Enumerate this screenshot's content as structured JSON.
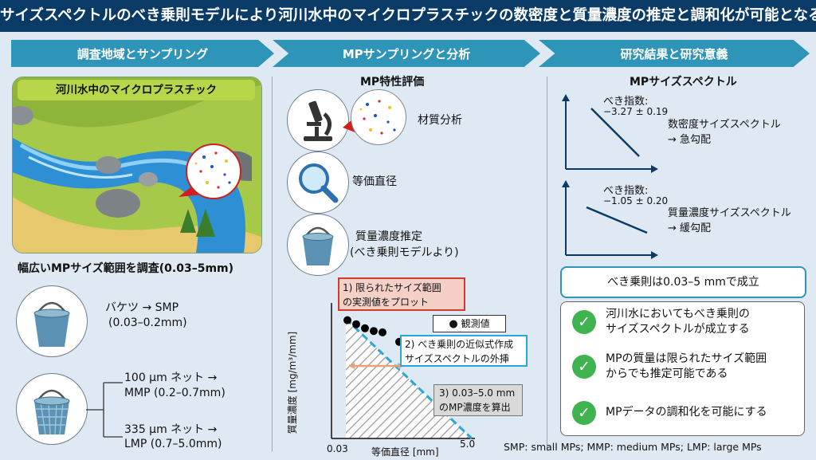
{
  "title": "サイズスペクトルのべき乗則モデルにより河川水中のマイクロプラスチックの数密度と質量濃度の推定と調和化が可能となる",
  "sections": {
    "s1": "調査地域とサンプリング",
    "s2": "MPサンプリングと分析",
    "s3": "研究結果と研究意義"
  },
  "left": {
    "map_banner": "河川水中のマイクロプラスチック",
    "survey_range": "幅広いMPサイズ範囲を調査(0.03–5mm)",
    "bucket_line1": "バケツ → SMP",
    "bucket_line2": "(0.03–0.2mm)",
    "net1_line1": "100 µm ネット →",
    "net1_line2": "MMP (0.2–0.7mm)",
    "net2_line1": "335 µm ネット →",
    "net2_line2": "LMP (0.7–5.0mm)"
  },
  "middle": {
    "heading": "MP特性評価",
    "material": "材質分析",
    "diameter": "等価直径",
    "mass_line1": "質量濃度推定",
    "mass_line2": "(べき乗則モデルより)",
    "callout1_line1": "1) 限られたサイズ範囲",
    "callout1_line2": "の実測値をプロット",
    "legend": "観測値",
    "callout2_line1": "2) べき乗則の近似式作成",
    "callout2_line2": "サイズスペクトルの外挿",
    "callout3_line1": "3) 0.03–5.0 mm",
    "callout3_line2": "のMP濃度を算出",
    "ylabel": "質量濃度 [mg/m³/mm]",
    "xlabel": "等価直径 [mm]",
    "xtick_min": "0.03",
    "xtick_max": "5.0"
  },
  "right": {
    "heading": "MPサイズスペクトル",
    "exp1_label": "べき指数:",
    "exp1_value": "−3.27 ± 0.19",
    "spec1_line1": "数密度サイズスペクトル",
    "spec1_line2": "→ 急勾配",
    "exp2_label": "べき指数:",
    "exp2_value": "−1.05 ± 0.20",
    "spec2_line1": "質量濃度サイズスペクトル",
    "spec2_line2": "→ 緩勾配",
    "power_law": "べき乗則は0.03–5 mmで成立",
    "c1_line1": "河川水においてもべき乗則の",
    "c1_line2": "サイズスペクトルが成立する",
    "c2_line1": "MPの質量は限られたサイズ範囲",
    "c2_line2": "からでも推定可能である",
    "c3_line1": "MPデータの調和化を可能にする",
    "check_glyph": "✓"
  },
  "abbreviations": "SMP: small MPs; MMP: medium MPs; LMP: large MPs",
  "chart_data": {
    "type": "scatter",
    "xlabel": "等価直径 [mm]",
    "ylabel": "質量濃度 [mg/m³/mm]",
    "x_ticks": [
      "0.03",
      "5.0"
    ],
    "series": [
      {
        "name": "観測値",
        "values": [
          0.92,
          0.89,
          0.86,
          0.84,
          0.83,
          0.76
        ]
      }
    ],
    "fit_line": "power law extrapolation",
    "colors": {
      "points": "#000000",
      "fit": "#2aa7d9",
      "hatch": "#9a9a9a"
    }
  }
}
